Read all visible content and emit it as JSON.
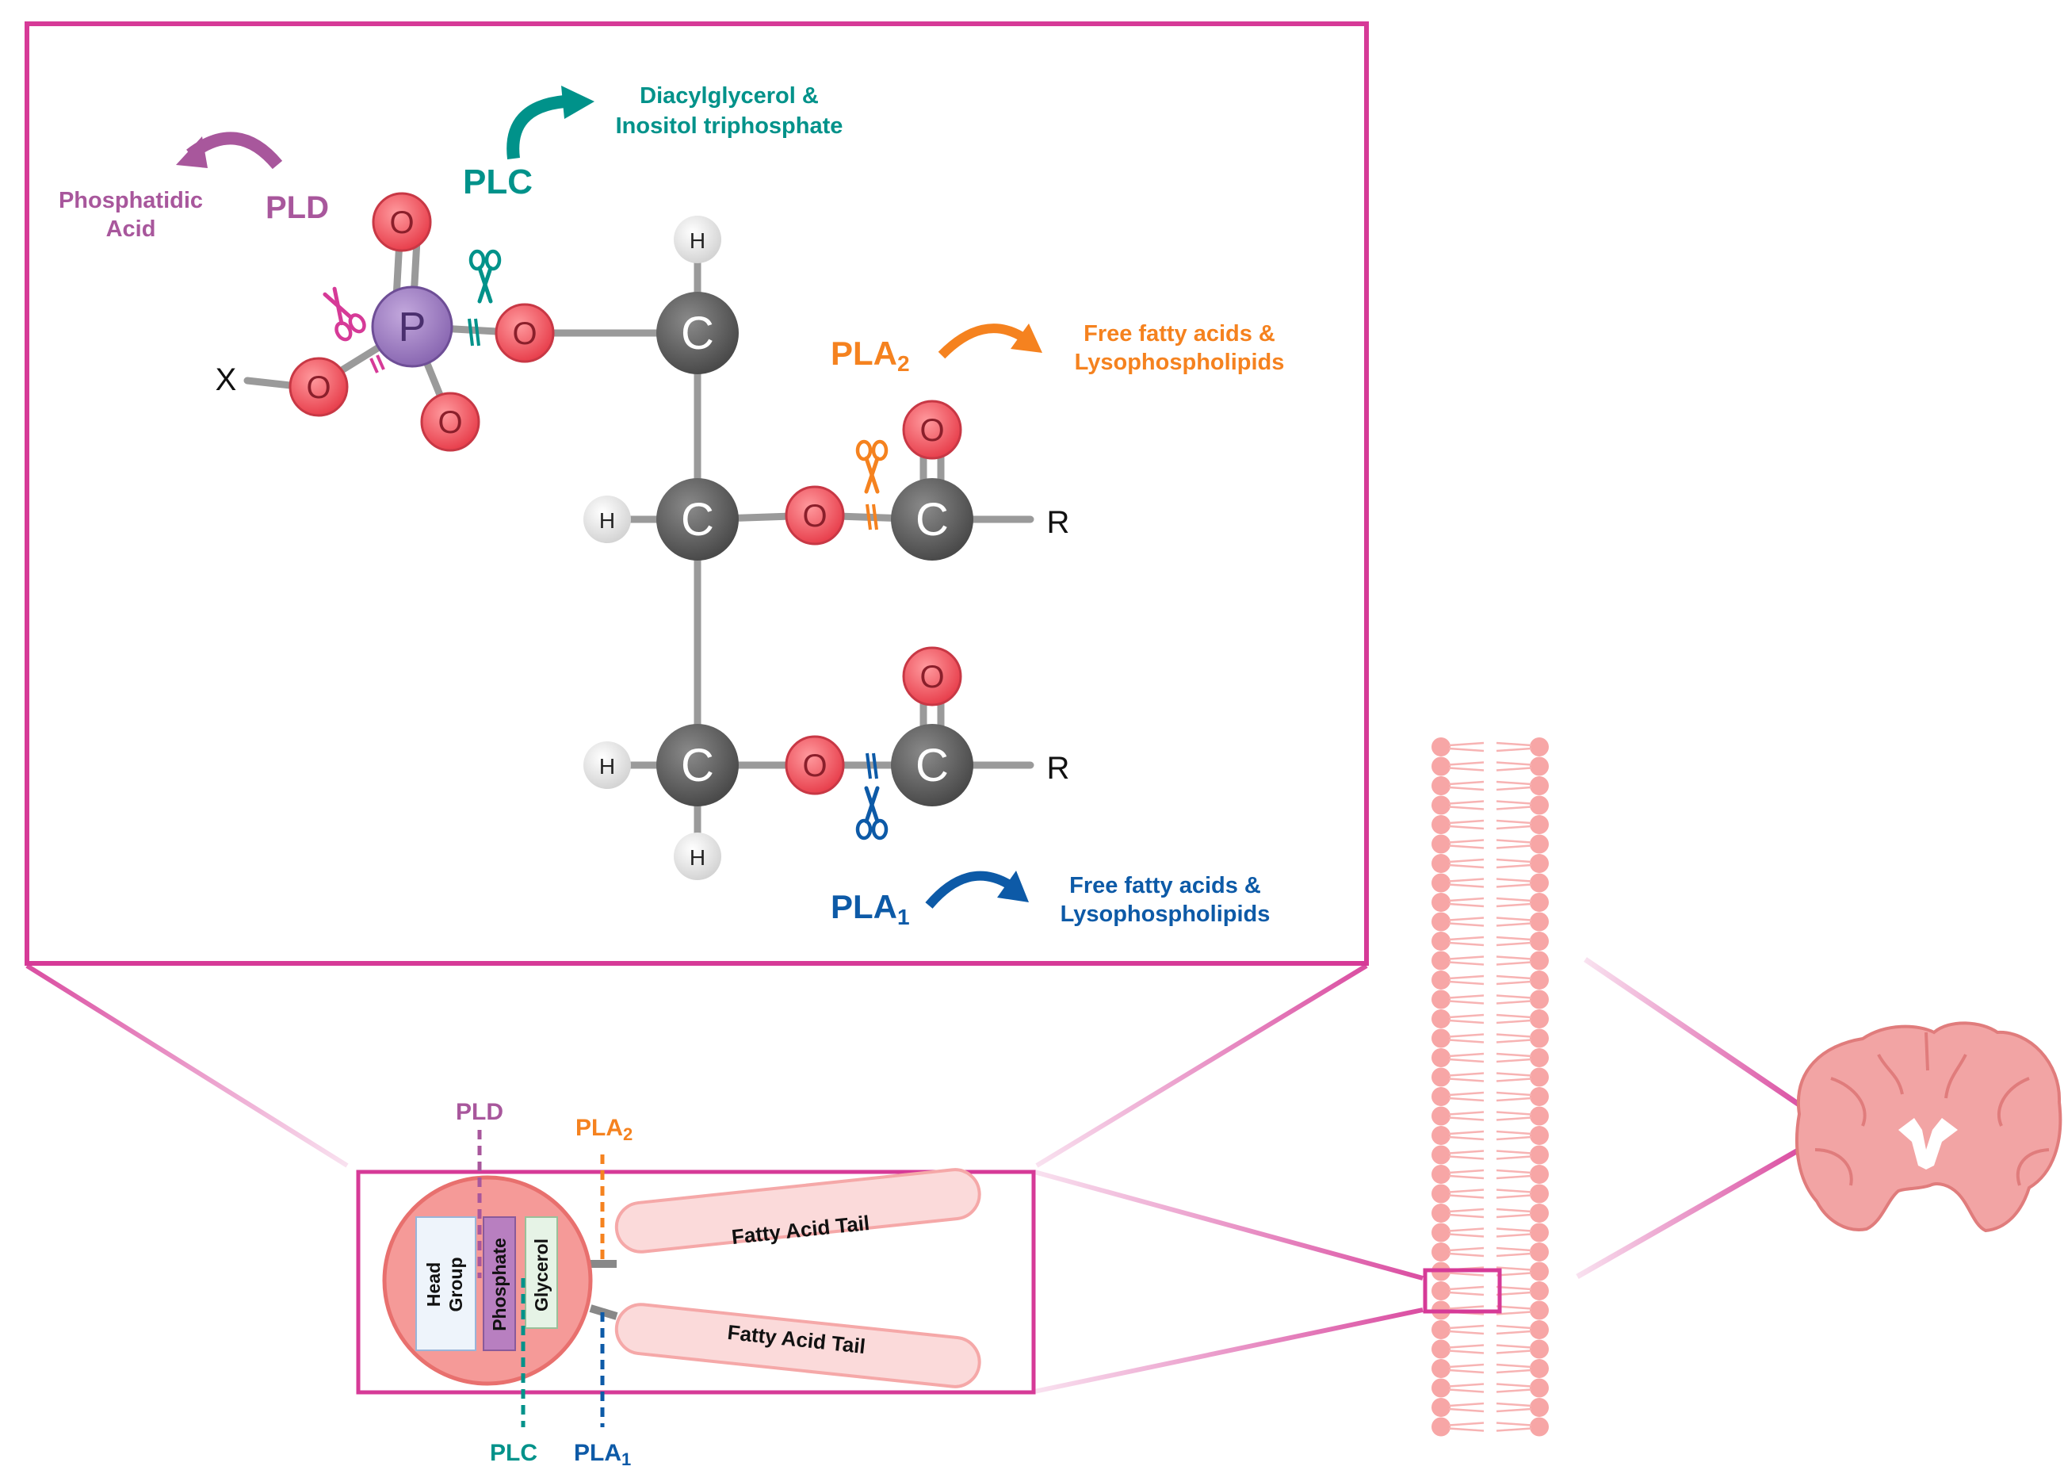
{
  "colors": {
    "pink_frame": "#d63a97",
    "pld": "#a8579c",
    "plc": "#00928a",
    "pla2": "#f5821f",
    "pla1": "#0d5aa7",
    "oxygen": "#ef4f5a",
    "carbon": "#5e5e5e",
    "phosphorus": "#9a7bbf",
    "hydrogen": "#e3e3e3",
    "lipid": "#f7a6a6",
    "brain": "#f2a4a4"
  },
  "top_panel": {
    "pld": {
      "label": "PLD",
      "product": "Phosphatidic Acid",
      "product_line1": "Phosphatidic",
      "product_line2": "Acid"
    },
    "plc": {
      "label": "PLC",
      "product": "Diacylglycerol & Inositol triphosphate",
      "product_line1": "Diacylglycerol &",
      "product_line2": "Inositol triphosphate"
    },
    "pla2": {
      "label_main": "PLA",
      "label_sub": "2",
      "product": "Free fatty acids & Lysophospholipids",
      "product_line1": "Free fatty acids &",
      "product_line2": "Lysophospholipids"
    },
    "pla1": {
      "label_main": "PLA",
      "label_sub": "1",
      "product": "Free fatty acids & Lysophospholipids",
      "product_line1": "Free fatty acids &",
      "product_line2": "Lysophospholipids"
    },
    "atoms": {
      "oxygen": "O",
      "carbon": "C",
      "phosphorus": "P",
      "hydrogen": "H",
      "x_group": "X",
      "r_group": "R"
    }
  },
  "bottom_panel": {
    "head_group_line1": "Head",
    "head_group_line2": "Group",
    "phosphate": "Phosphate",
    "glycerol": "Glycerol",
    "fatty_acid_tail_1": "Fatty Acid Tail",
    "fatty_acid_tail_2": "Fatty Acid Tail",
    "pld_label": "PLD",
    "plc_label": "PLC",
    "pla2_main": "PLA",
    "pla2_sub": "2",
    "pla1_main": "PLA",
    "pla1_sub": "1"
  },
  "icons": [
    "scissors-icon",
    "curved-arrow-icon",
    "brain-coronal-icon",
    "lipid-bilayer-icon"
  ]
}
